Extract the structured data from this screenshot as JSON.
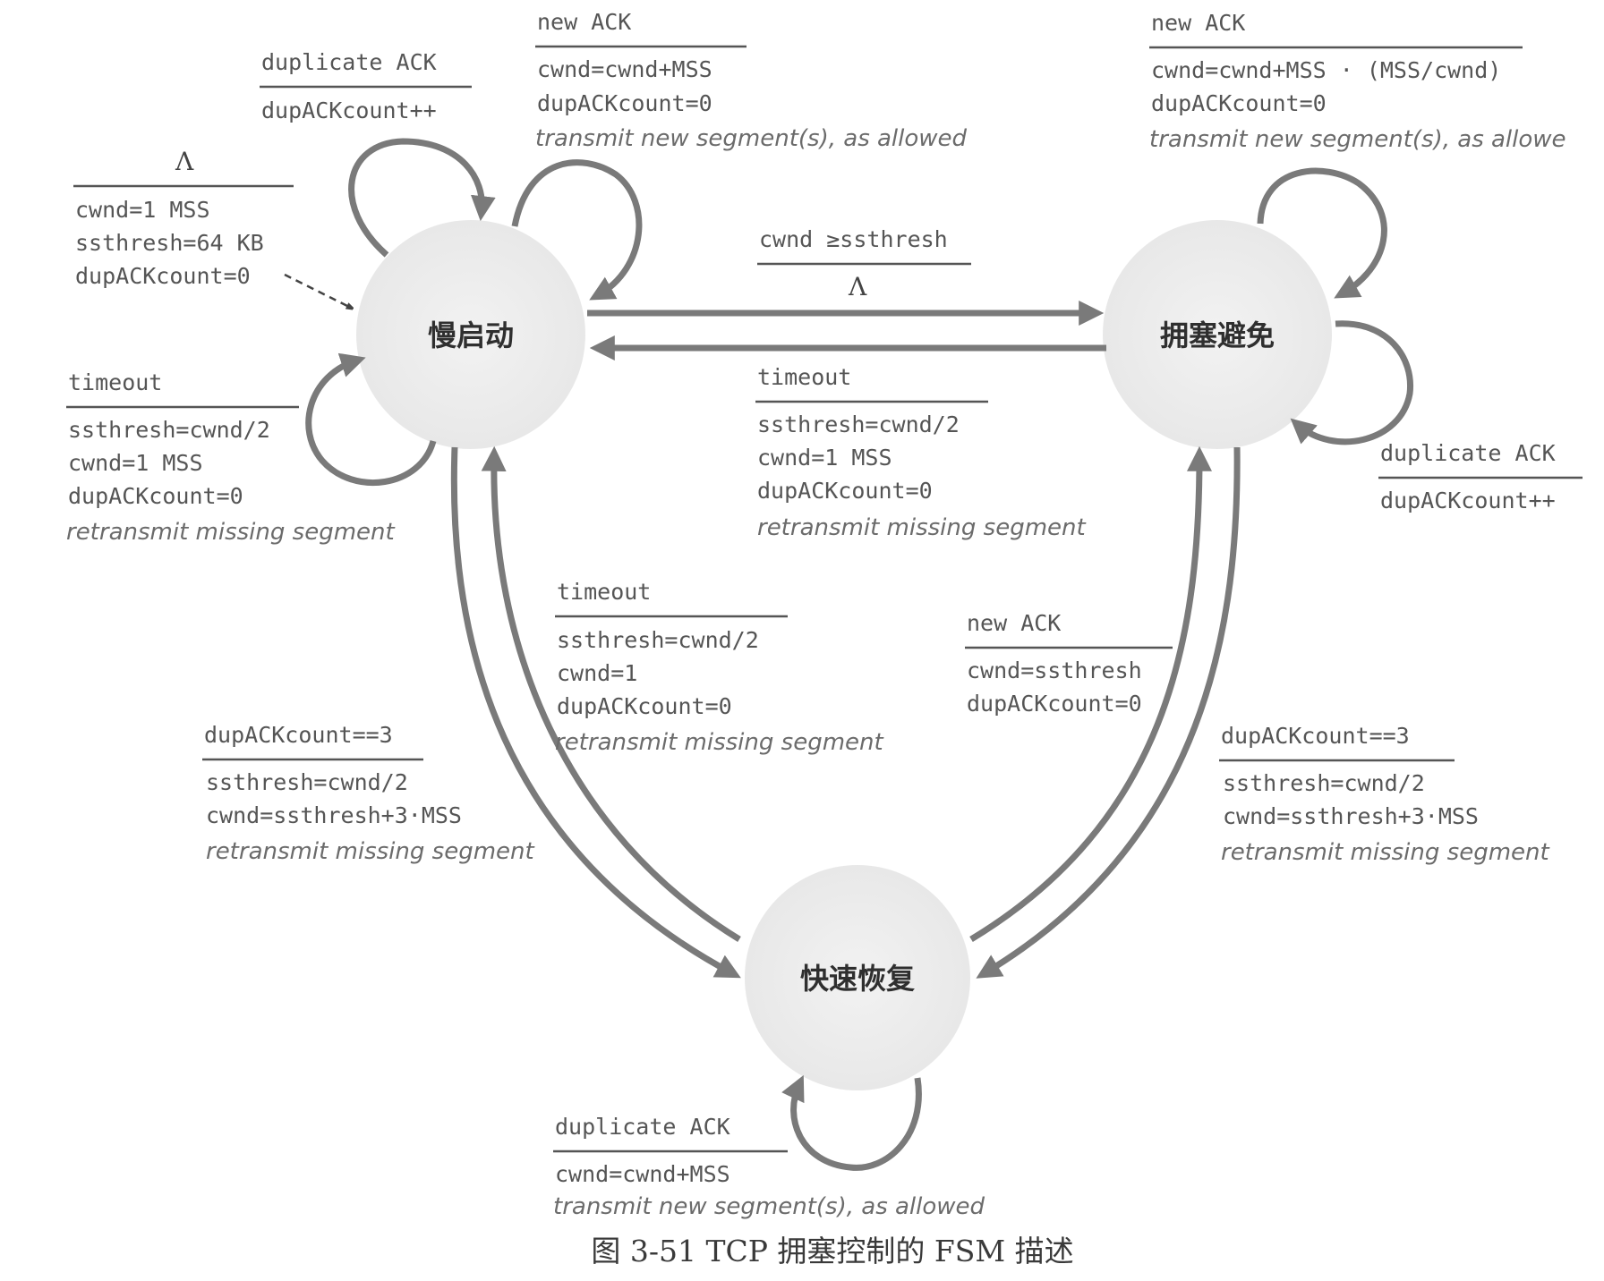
{
  "states": {
    "slow_start": "慢启动",
    "congestion_avoidance": "拥塞避免",
    "fast_recovery": "快速恢复"
  },
  "lambda": "Λ",
  "init": {
    "lines": [
      "cwnd=1 MSS",
      "ssthresh=64 KB",
      "dupACKcount=0"
    ]
  },
  "ss_dup_ack": {
    "event": "duplicate ACK",
    "actions": [
      "dupACKcount++"
    ]
  },
  "ss_new_ack": {
    "event": "new ACK",
    "actions": [
      "cwnd=cwnd+MSS",
      "dupACKcount=0"
    ],
    "note": "transmit new segment(s), as allowed"
  },
  "ss_timeout": {
    "event": "timeout",
    "actions": [
      "ssthresh=cwnd/2",
      "cwnd=1 MSS",
      "dupACKcount=0"
    ],
    "note": "retransmit missing segment"
  },
  "ss_to_ca": {
    "event": "cwnd ≥ssthresh"
  },
  "ca_timeout": {
    "event": "timeout",
    "actions": [
      "ssthresh=cwnd/2",
      "cwnd=1 MSS",
      "dupACKcount=0"
    ],
    "note": "retransmit missing segment"
  },
  "ca_new_ack": {
    "event": "new ACK",
    "actions": [
      "cwnd=cwnd+MSS · (MSS/cwnd)",
      "dupACKcount=0"
    ],
    "note": "transmit new segment(s), as allowe"
  },
  "ca_dup_ack": {
    "event": "duplicate ACK",
    "actions": [
      "dupACKcount++"
    ]
  },
  "fr_timeout": {
    "event": "timeout",
    "actions": [
      "ssthresh=cwnd/2",
      "cwnd=1",
      "dupACKcount=0"
    ],
    "note": "retransmit missing segment"
  },
  "fr_new_ack": {
    "event": "new ACK",
    "actions": [
      "cwnd=ssthresh",
      "dupACKcount=0"
    ]
  },
  "ss_to_fr": {
    "event": "dupACKcount==3",
    "actions": [
      "ssthresh=cwnd/2",
      "cwnd=ssthresh+3·MSS"
    ],
    "note": "retransmit missing segment"
  },
  "ca_to_fr": {
    "event": "dupACKcount==3",
    "actions": [
      "ssthresh=cwnd/2",
      "cwnd=ssthresh+3·MSS"
    ],
    "note": "retransmit missing segment"
  },
  "fr_dup_ack": {
    "event": "duplicate ACK",
    "actions": [
      "cwnd=cwnd+MSS"
    ],
    "note": "transmit new segment(s), as allowed"
  },
  "caption": "图 3-51    TCP 拥塞控制的 FSM 描述",
  "colors": {
    "state_fill": "#efefef",
    "arrow": "#7a7a7a",
    "text": "#555555"
  }
}
